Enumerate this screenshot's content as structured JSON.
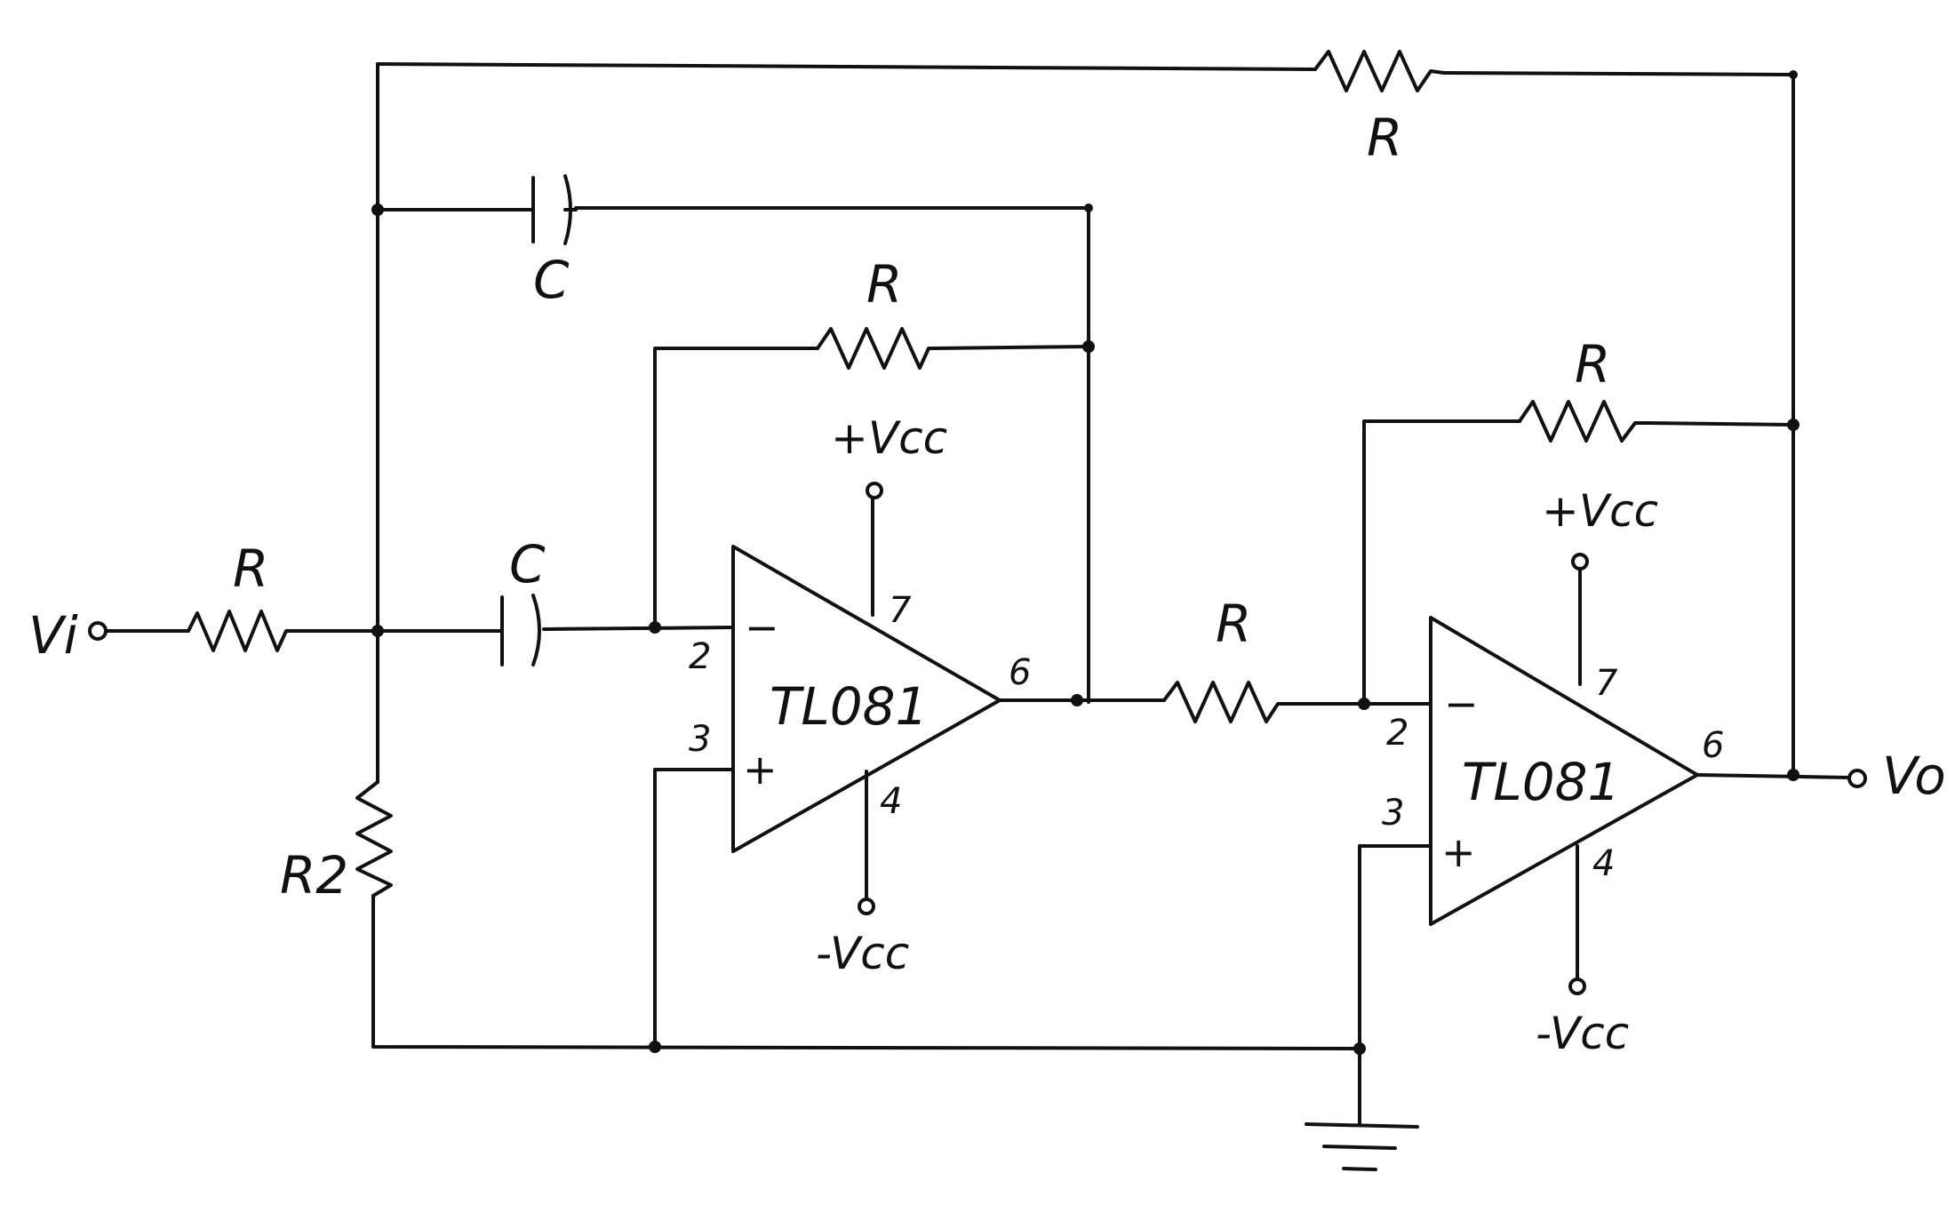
{
  "labels": {
    "vi": "Vi",
    "vo": "Vo",
    "r_input": "R",
    "r_top": "R",
    "r_fb1": "R",
    "r_mid": "R",
    "r_fb2": "R",
    "r2": "R2",
    "c_top": "C",
    "c_input": "C"
  },
  "opamp1": {
    "name": "TL081",
    "pin_inv": "2",
    "pin_noninv": "3",
    "pin_out": "6",
    "pin_vpos": "7",
    "pin_vneg": "4",
    "minus": "−",
    "plus": "+",
    "vpos": "+Vcc",
    "vneg": "-Vcc"
  },
  "opamp2": {
    "name": "TL081",
    "pin_inv": "2",
    "pin_noninv": "3",
    "pin_out": "6",
    "pin_vpos": "7",
    "pin_vneg": "4",
    "minus": "−",
    "plus": "+",
    "vpos": "+Vcc",
    "vneg": "-Vcc"
  }
}
